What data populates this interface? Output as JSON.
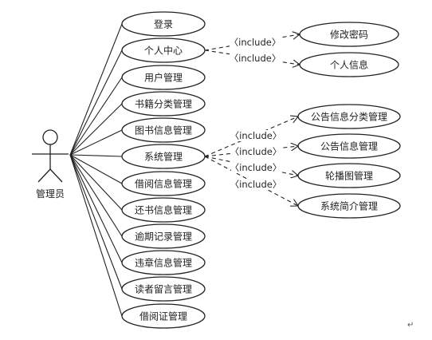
{
  "actor": {
    "label": "管理员"
  },
  "use_cases": [
    {
      "id": "uc1",
      "label": "登录"
    },
    {
      "id": "uc2",
      "label": "个人中心"
    },
    {
      "id": "uc3",
      "label": "用户管理"
    },
    {
      "id": "uc4",
      "label": "书籍分类管理"
    },
    {
      "id": "uc5",
      "label": "图书信息管理"
    },
    {
      "id": "uc6",
      "label": "系统管理"
    },
    {
      "id": "uc7",
      "label": "借阅信息管理"
    },
    {
      "id": "uc8",
      "label": "还书信息管理"
    },
    {
      "id": "uc9",
      "label": "逾期记录管理"
    },
    {
      "id": "uc10",
      "label": "违章信息管理"
    },
    {
      "id": "uc11",
      "label": "读者留言管理"
    },
    {
      "id": "uc12",
      "label": "借阅证管理"
    }
  ],
  "personal_includes": [
    {
      "label": "修改密码",
      "relation": "〈include〉"
    },
    {
      "label": "个人信息",
      "relation": "〈include〉"
    }
  ],
  "system_includes": [
    {
      "label": "公告信息分类管理",
      "relation": "〈include〉"
    },
    {
      "label": "公告信息管理",
      "relation": "〈include〉"
    },
    {
      "label": "轮播图管理",
      "relation": "〈include〉"
    },
    {
      "label": "系统简介管理",
      "relation": "〈include〉"
    }
  ],
  "return_mark": "↵"
}
